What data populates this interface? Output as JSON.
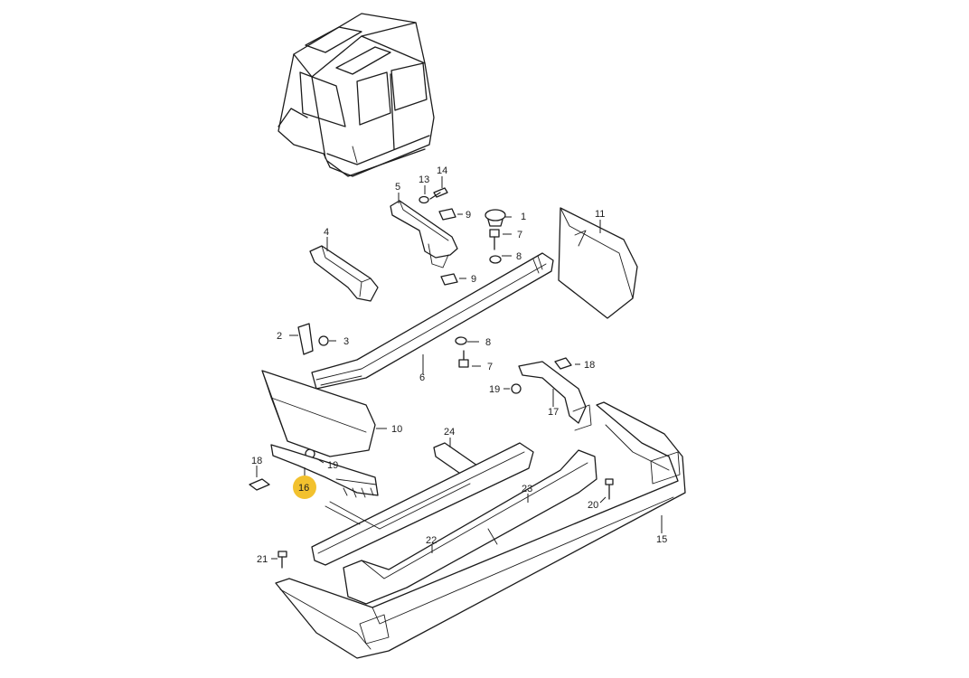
{
  "callouts": [
    {
      "id": "1",
      "label": "1"
    },
    {
      "id": "2",
      "label": "2"
    },
    {
      "id": "3",
      "label": "3"
    },
    {
      "id": "4",
      "label": "4"
    },
    {
      "id": "5",
      "label": "5"
    },
    {
      "id": "6",
      "label": "6"
    },
    {
      "id": "7a",
      "label": "7"
    },
    {
      "id": "7b",
      "label": "7"
    },
    {
      "id": "8a",
      "label": "8"
    },
    {
      "id": "8b",
      "label": "8"
    },
    {
      "id": "9a",
      "label": "9"
    },
    {
      "id": "9b",
      "label": "9"
    },
    {
      "id": "10",
      "label": "10"
    },
    {
      "id": "11",
      "label": "11"
    },
    {
      "id": "13",
      "label": "13"
    },
    {
      "id": "14",
      "label": "14"
    },
    {
      "id": "15",
      "label": "15"
    },
    {
      "id": "16",
      "label": "16"
    },
    {
      "id": "17",
      "label": "17"
    },
    {
      "id": "18a",
      "label": "18"
    },
    {
      "id": "18b",
      "label": "18"
    },
    {
      "id": "19a",
      "label": "19"
    },
    {
      "id": "19b",
      "label": "19"
    },
    {
      "id": "20",
      "label": "20"
    },
    {
      "id": "21",
      "label": "21"
    },
    {
      "id": "22",
      "label": "22"
    },
    {
      "id": "23",
      "label": "23"
    },
    {
      "id": "24",
      "label": "24"
    }
  ],
  "highlight": {
    "label": "16",
    "color": "#f2c12e"
  }
}
